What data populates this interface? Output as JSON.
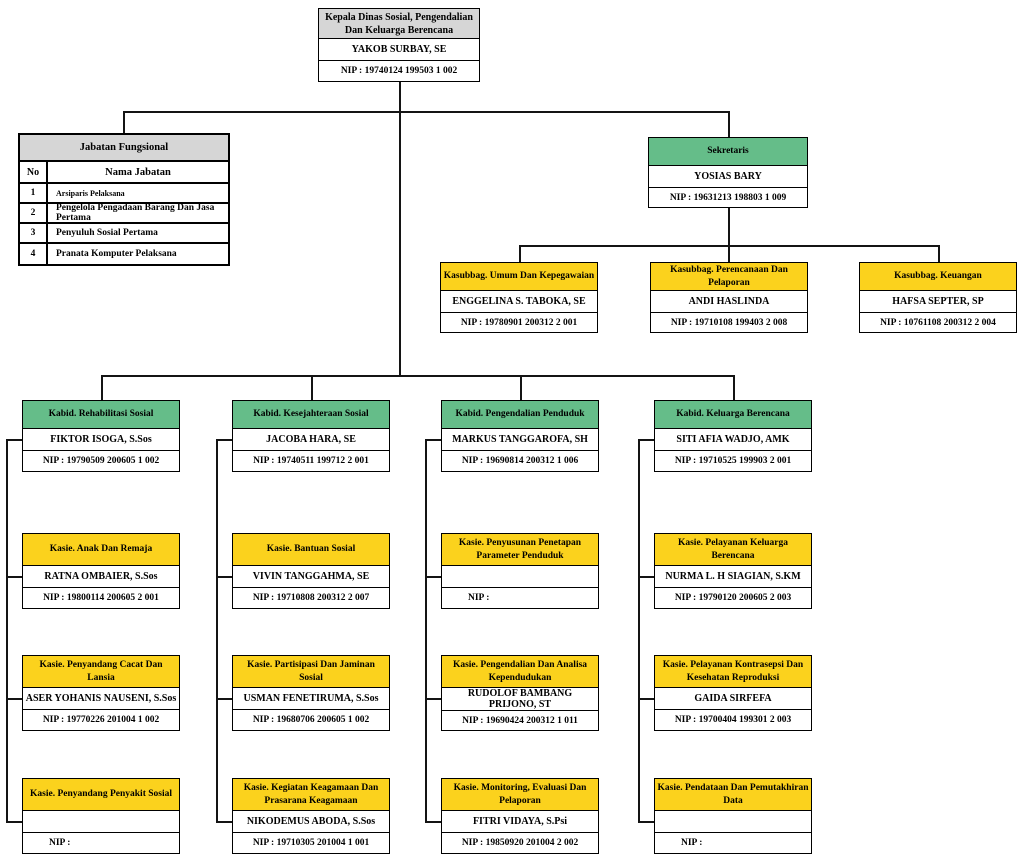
{
  "colors": {
    "gray": "#d6d6d6",
    "green": "#65bd89",
    "yellow": "#fbd21d",
    "line": "#141414"
  },
  "root": {
    "title": "Kepala Dinas Sosial, Pengendalian Dan Keluarga Berencana",
    "name": "YAKOB SURBAY, SE",
    "nip": "NIP : 19740124 199503 1 002"
  },
  "functional_table": {
    "title": "Jabatan Fungsional",
    "col_no": "No",
    "col_name": "Nama Jabatan",
    "rows": [
      {
        "no": "1",
        "name": "Arsiparis Pelaksana"
      },
      {
        "no": "2",
        "name": "Pengelola Pengadaan Barang Dan Jasa Pertama"
      },
      {
        "no": "3",
        "name": "Penyuluh Sosial Pertama"
      },
      {
        "no": "4",
        "name": "Pranata Komputer Pelaksana"
      }
    ]
  },
  "sekretaris": {
    "title": "Sekretaris",
    "name": "YOSIAS BARY",
    "nip": "NIP : 19631213 198803 1 009"
  },
  "kasubbag": [
    {
      "title": "Kasubbag. Umum Dan Kepegawaian",
      "name": "ENGGELINA S. TABOKA, SE",
      "nip": "NIP : 19780901 200312 2 001"
    },
    {
      "title": "Kasubbag. Perencanaan Dan Pelaporan",
      "name": "ANDI HASLINDA",
      "nip": "NIP : 19710108 199403 2 008"
    },
    {
      "title": "Kasubbag. Keuangan",
      "name": "HAFSA SEPTER, SP",
      "nip": "NIP : 10761108 200312 2 004"
    }
  ],
  "kabid_columns": [
    {
      "kabid": {
        "title": "Kabid. Rehabilitasi Sosial",
        "name": "FIKTOR ISOGA, S.Sos",
        "nip": "NIP : 19790509 200605 1 002"
      },
      "kasie": [
        {
          "title": "Kasie. Anak Dan Remaja",
          "name": "RATNA OMBAIER, S.Sos",
          "nip": "NIP : 19800114 200605 2 001"
        },
        {
          "title": "Kasie. Penyandang Cacat Dan Lansia",
          "name": "ASER YOHANIS NAUSENI, S.Sos",
          "nip": "NIP : 19770226 201004 1 002"
        },
        {
          "title": "Kasie. Penyandang Penyakit Sosial",
          "name": "",
          "nip": "NIP :"
        }
      ]
    },
    {
      "kabid": {
        "title": "Kabid. Kesejahteraan Sosial",
        "name": "JACOBA HARA, SE",
        "nip": "NIP : 19740511 199712 2 001"
      },
      "kasie": [
        {
          "title": "Kasie. Bantuan Sosial",
          "name": "VIVIN TANGGAHMA, SE",
          "nip": "NIP : 19710808 200312 2 007"
        },
        {
          "title": "Kasie. Partisipasi Dan Jaminan Sosial",
          "name": "USMAN FENETIRUMA, S.Sos",
          "nip": "NIP : 19680706 200605 1 002"
        },
        {
          "title": "Kasie. Kegiatan Keagamaan Dan Prasarana Keagamaan",
          "name": "NIKODEMUS ABODA, S.Sos",
          "nip": "NIP : 19710305 201004 1 001"
        }
      ]
    },
    {
      "kabid": {
        "title": "Kabid. Pengendalian Penduduk",
        "name": "MARKUS TANGGAROFA, SH",
        "nip": "NIP : 19690814 200312 1 006"
      },
      "kasie": [
        {
          "title": "Kasie. Penyusunan Penetapan Parameter Penduduk",
          "name": "",
          "nip": "NIP :"
        },
        {
          "title": "Kasie. Pengendalian Dan Analisa Kependudukan",
          "name": "RUDOLOF BAMBANG PRIJONO, ST",
          "nip": "NIP : 19690424 200312 1 011"
        },
        {
          "title": "Kasie. Monitoring, Evaluasi Dan Pelaporan",
          "name": "FITRI VIDAYA, S.Psi",
          "nip": "NIP : 19850920 201004 2 002"
        }
      ]
    },
    {
      "kabid": {
        "title": "Kabid. Keluarga Berencana",
        "name": "SITI AFIA WADJO, AMK",
        "nip": "NIP : 19710525 199903 2 001"
      },
      "kasie": [
        {
          "title": "Kasie. Pelayanan Keluarga Berencana",
          "name": "NURMA L. H SIAGIAN, S.KM",
          "nip": "NIP : 19790120 200605 2 003"
        },
        {
          "title": "Kasie. Pelayanan Kontrasepsi Dan Kesehatan Reproduksi",
          "name": "GAIDA SIRFEFA",
          "nip": "NIP : 19700404 199301 2 003"
        },
        {
          "title": "Kasie. Pendataan Dan Pemutakhiran Data",
          "name": "",
          "nip": "NIP :"
        }
      ]
    }
  ]
}
